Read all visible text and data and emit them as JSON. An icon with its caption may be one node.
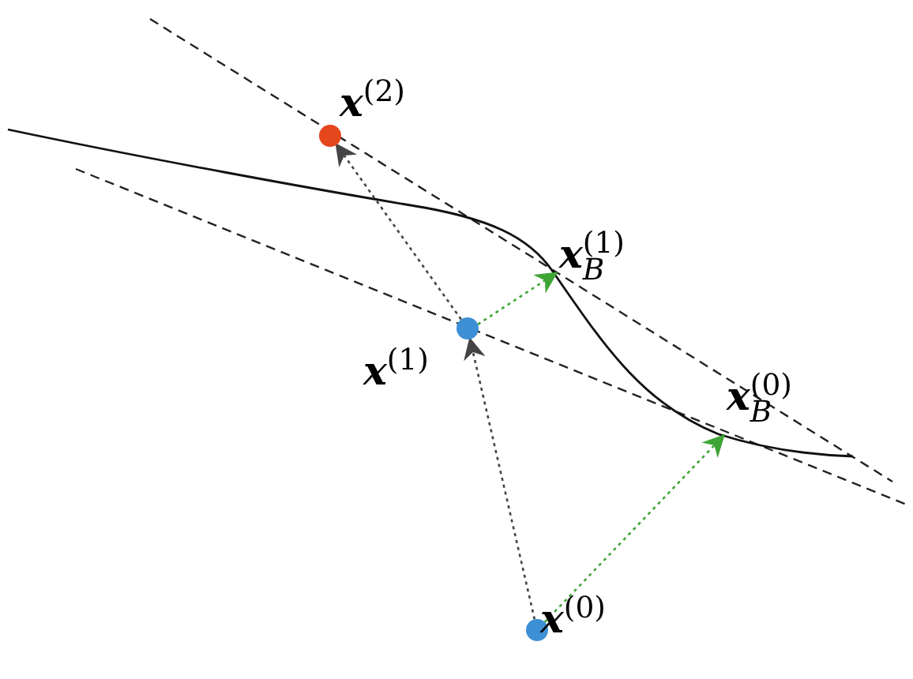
{
  "diagram": {
    "nodes": [
      {
        "text": [],
        "shape": "circle",
        "beside": [
          "*x*$^{(0)}$"
        ]
      },
      {
        "text": [],
        "shape": "circle",
        "beside": [
          "*x*$^{(1)}$"
        ]
      },
      {
        "text": [],
        "shape": "circle",
        "beside": [
          "*x*$^{(2)}$"
        ]
      },
      {
        "text": [
          "*x*$_{B}$$^{(0)}$"
        ]
      },
      {
        "text": [
          "*x*$_{B}$$^{(1)}$"
        ]
      }
    ],
    "edges": [
      {
        "from": 0,
        "to": 1,
        "arrow": "to"
      },
      {
        "from": 1,
        "to": 2,
        "arrow": "to"
      },
      {
        "from": 0,
        "to": 3,
        "arrow": "to",
        "color": "#3fa535"
      },
      {
        "from": 1,
        "to": 4,
        "arrow": "to",
        "color": "#3fa535"
      }
    ]
  }
}
